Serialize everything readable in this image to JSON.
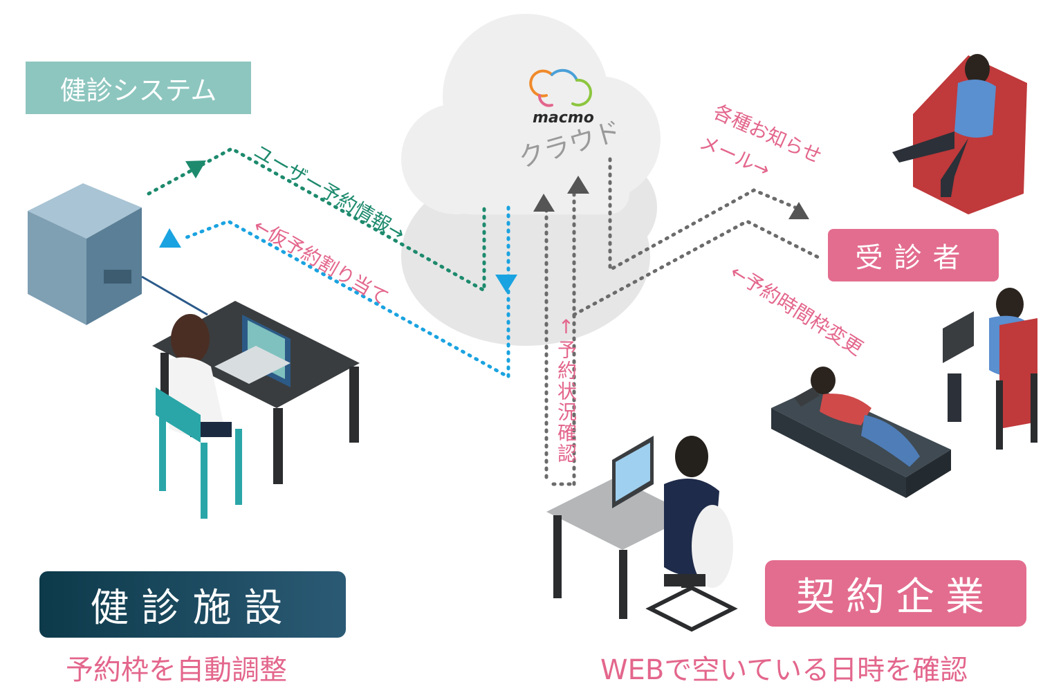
{
  "labels": {
    "system": "健診システム",
    "cloud": "クラウド",
    "logo": "macmo",
    "facility": "健診施設",
    "facility_sub": "予約枠を自動調整",
    "corporation": "契約企業",
    "corporation_sub": "WEBで空いている日時を確認",
    "patient": "受診者",
    "user_reservation": "ユーザー予約情報→",
    "temp_assign": "←仮予約割り当て",
    "notify_line1": "各種お知らせ",
    "notify_line2": "メール→",
    "slot_change": "←予約時間枠変更",
    "status_check": "↑予約状況確認"
  },
  "colors": {
    "teal_box": "#8dc6bf",
    "navy_box": "#0d3a4a",
    "pink": "#e36d8f",
    "green_flow": "#1d8a6d",
    "blue_flow": "#1aa3e0",
    "gray_flow": "#6b6b6b",
    "cloud": "#ececec"
  }
}
